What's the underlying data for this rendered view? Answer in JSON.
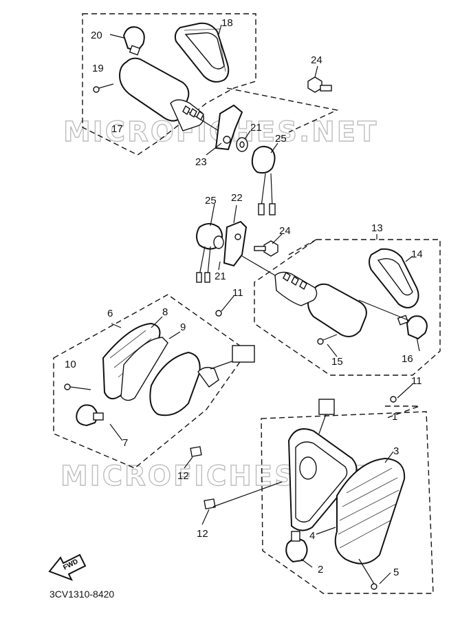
{
  "diagram": {
    "drawing_code": "3CV1310-8420",
    "watermark": "MICROFICHES.NET",
    "fwd_label": "FWD",
    "callouts": {
      "c1": "1",
      "c2": "2",
      "c3": "3",
      "c4": "4",
      "c5": "5",
      "c6": "6",
      "c7": "7",
      "c8": "8",
      "c9": "9",
      "c10": "10",
      "c11a": "11",
      "c11b": "11",
      "c12a": "12",
      "c12b": "12",
      "c13": "13",
      "c14": "14",
      "c15": "15",
      "c16": "16",
      "c17": "17",
      "c18": "18",
      "c19": "19",
      "c20": "20",
      "c21a": "21",
      "c21b": "21",
      "c22": "22",
      "c23": "23",
      "c24a": "24",
      "c24b": "24",
      "c25a": "25",
      "c25b": "25"
    }
  }
}
